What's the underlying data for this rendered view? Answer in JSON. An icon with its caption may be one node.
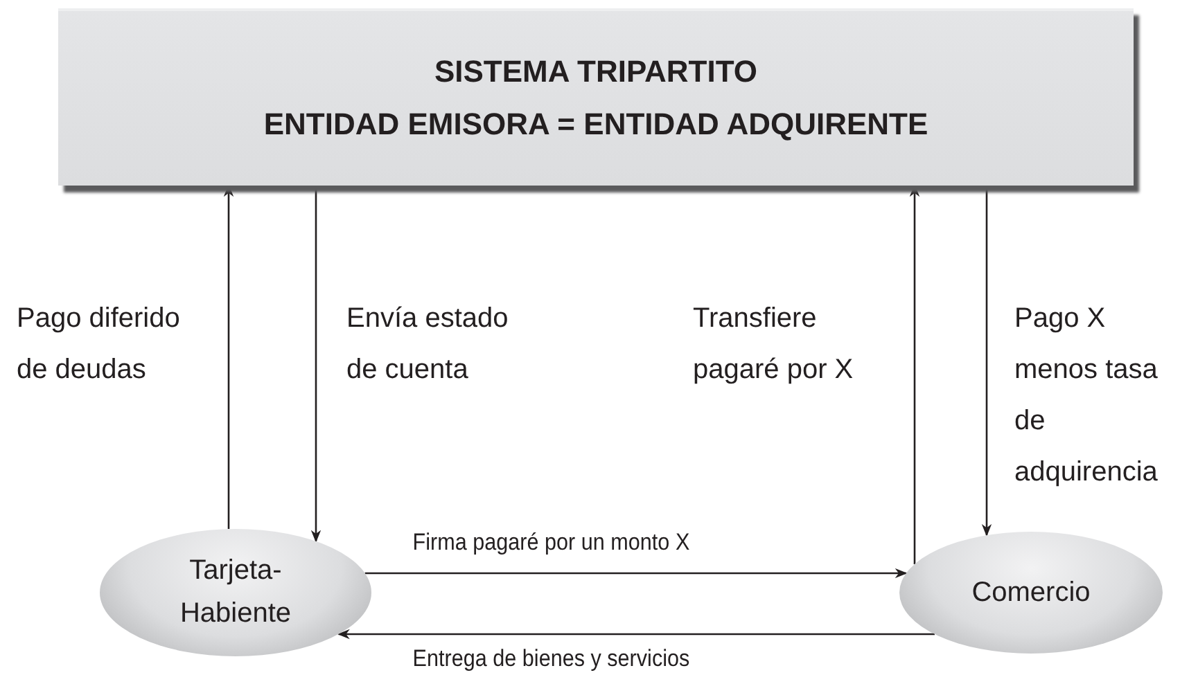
{
  "diagram": {
    "nodes": [
      {
        "text": [
          "SISTEMA TRIPARTITO",
          "ENTIDAD EMISORA = ENTIDAD ADQUIRENTE"
        ]
      },
      {
        "text": [
          "Tarjeta- Habiente"
        ]
      },
      {
        "text": [
          "Comercio"
        ]
      }
    ],
    "edges": [
      {
        "from": 1,
        "to": 0,
        "arrow": "to",
        "label": "Pago diferido de deudas"
      },
      {
        "from": 0,
        "to": 1,
        "arrow": "to",
        "label": "Envía estado de cuenta"
      },
      {
        "from": 2,
        "to": 0,
        "arrow": "to",
        "label": "Transfiere pagaré por X"
      },
      {
        "from": 0,
        "to": 2,
        "arrow": "to",
        "label": "Pago X menos tasa de adquirencia"
      },
      {
        "from": 1,
        "to": 2,
        "arrow": "to",
        "label": "Firma pagaré por un monto X"
      },
      {
        "from": 2,
        "to": 1,
        "arrow": "to",
        "label": "Entrega de bienes y servicios"
      }
    ]
  }
}
